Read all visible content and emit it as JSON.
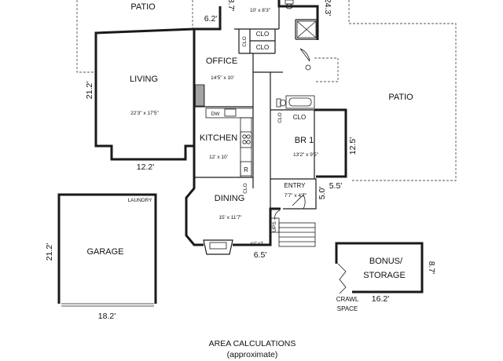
{
  "rooms": {
    "patio_top": "PATIO",
    "bath_dim": "10' x 8'3\"",
    "living": "LIVING",
    "living_dim": "22'3\" x 17'5\"",
    "office": "OFFICE",
    "office_dim": "14'5\" x 10'",
    "kitchen": "KITCHEN",
    "kitchen_dim": "12' x 10'",
    "dining": "DINING",
    "dining_dim": "15' x 11'7\"",
    "br1": "BR 1",
    "br1_dim": "13'2\" x 9'5\"",
    "entry": "ENTRY",
    "entry_dim": "7'7\" x 4'7\"",
    "patio_right": "PATIO",
    "garage": "GARAGE",
    "laundry": "LAUNDRY",
    "bonus_line1": "BONUS/",
    "bonus_line2": "STORAGE",
    "crawl_line1": "CRAWL",
    "crawl_line2": "SPACE"
  },
  "fixtures": {
    "clo_1": "CLO",
    "clo_2": "CLO",
    "clo_3": "CLO",
    "dw": "DW",
    "r": "R",
    "seat": "SEAT",
    "clo_v1": "CLO",
    "clo_v2": "CLO",
    "clo_v3": "CLO",
    "ups": "UPS"
  },
  "dimensions": {
    "d_6_2": "6.2'",
    "d_8_7_top": "8.7'",
    "d_24_3": "24.3'",
    "d_21_2_living": "21.2'",
    "d_12_2": "12.2'",
    "d_12_5": "12.5'",
    "d_5_5": "5.5'",
    "d_5_0": "5.0'",
    "d_6_5": "6.5'",
    "d_21_2_garage": "21.2'",
    "d_18_2": "18.2'",
    "d_16_2": "16.2'",
    "d_8_7_bonus": "8.7'"
  },
  "footer": {
    "title": "AREA CALCULATIONS",
    "subtitle": "(approximate)"
  }
}
